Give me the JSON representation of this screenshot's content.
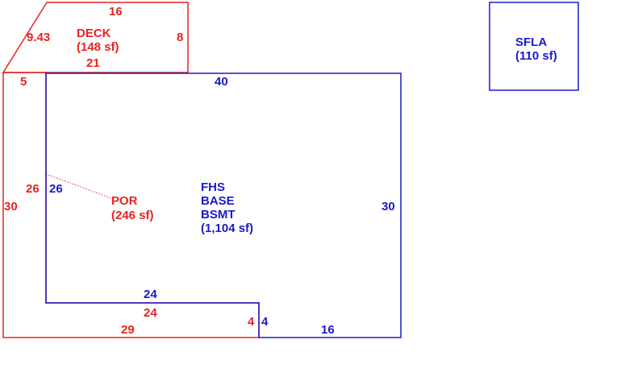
{
  "colors": {
    "red": "#e8231f",
    "blue": "#1a1acc"
  },
  "deck": {
    "name": "DECK",
    "area": "(148 sf)",
    "dims": {
      "top": "16",
      "slant": "9.43",
      "right": "8",
      "bottom": "21"
    }
  },
  "porch": {
    "name": "POR",
    "area": "(246 sf)",
    "dims": {
      "top_left": "5",
      "left_upper": "26",
      "left_outer": "30",
      "bottom_inner": "24",
      "bottom": "29",
      "right_step": "4"
    }
  },
  "base": {
    "line1": "FHS",
    "line2": "BASE",
    "line3": "BSMT",
    "area": "(1,104 sf)",
    "dims": {
      "top": "40",
      "left": "26",
      "right": "30",
      "inner_bottom": "24",
      "step": "4",
      "bottom": "16"
    }
  },
  "sfla": {
    "name": "SFLA",
    "area": "(110 sf)"
  }
}
